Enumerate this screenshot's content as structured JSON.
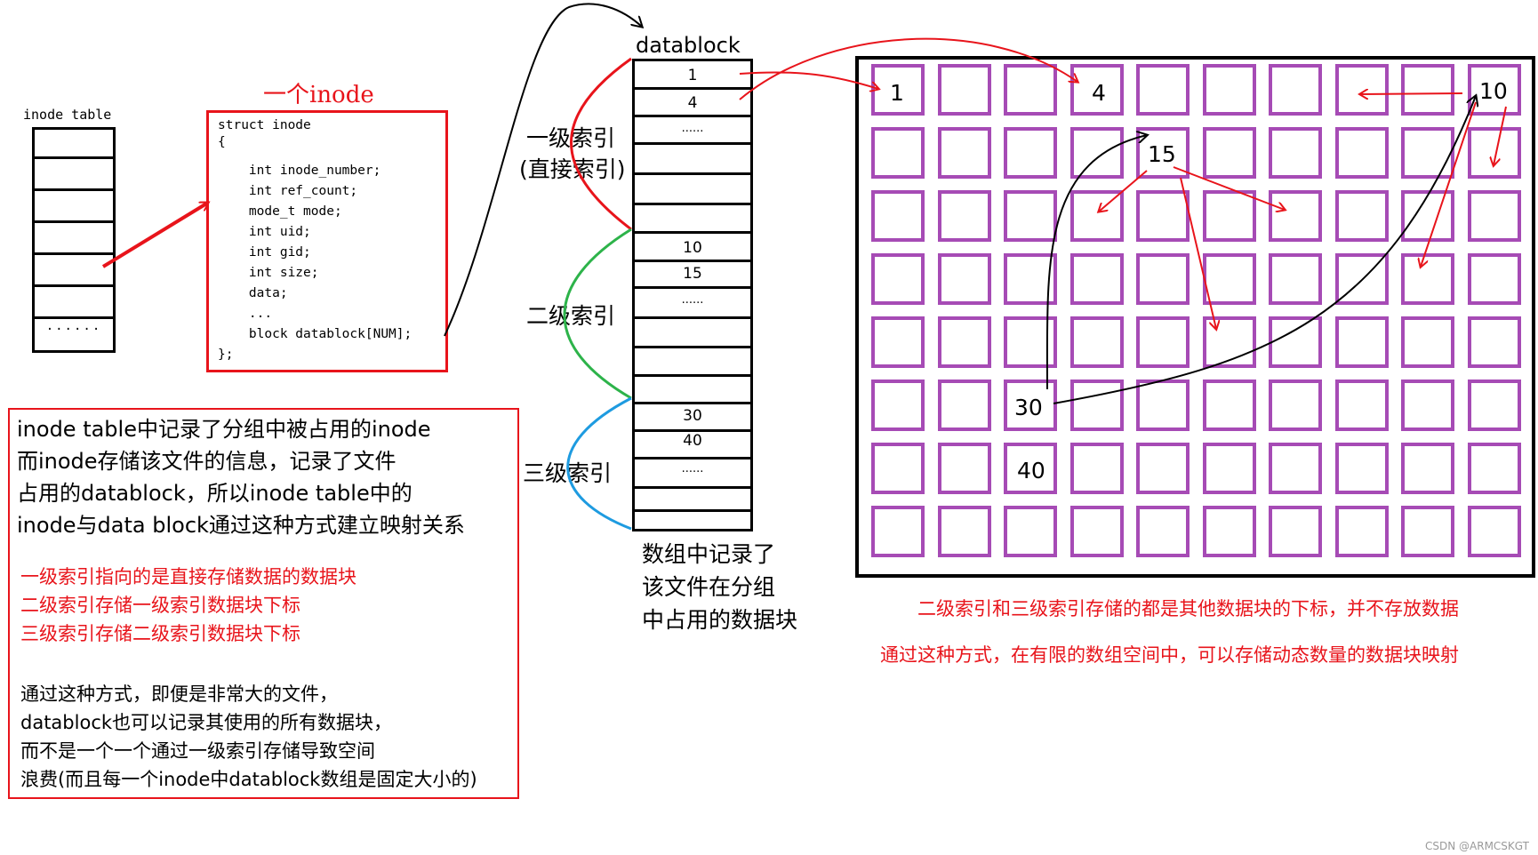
{
  "inode_table": {
    "label": "inode table",
    "dots": "......"
  },
  "inode": {
    "title": "一个inode",
    "code_lines": [
      "struct inode",
      "{",
      "    int inode_number;",
      "    int ref_count;",
      "    mode_t mode;",
      "    int uid;",
      "    int gid;",
      "    int size;",
      "    data;",
      "    ...",
      "    block datablock[NUM];",
      "};"
    ]
  },
  "datablock": {
    "title": "datablock",
    "cells": {
      "c1": "1",
      "c2": "4",
      "c3": "......",
      "c4": "10",
      "c5": "15",
      "c6": "......",
      "c7": "30",
      "c8": "40",
      "c9": "......"
    },
    "level1_label": "一级索引",
    "level1_sub": "(直接索引)",
    "level2_label": "二级索引",
    "level3_label": "三级索引",
    "note_lines": [
      "数组中记录了",
      "该文件在分组",
      "中占用的数据块"
    ]
  },
  "explain": {
    "big_lines": [
      "inode table中记录了分组中被占用的inode",
      "而inode存储该文件的信息，记录了文件",
      "占用的datablock，所以inode table中的",
      "inode与data block通过这种方式建立映射关系"
    ],
    "red_lines": [
      "一级索引指向的是直接存储数据的数据块",
      "二级索引存储一级索引数据块下标",
      "三级索引存储二级索引数据块下标"
    ],
    "black_lines": [
      "通过这种方式，即便是非常大的文件，",
      "datablock也可以记录其使用的所有数据块，",
      "而不是一个一个通过一级索引存储导致空间",
      "浪费(而且每一个inode中datablock数组是固定大小的)"
    ]
  },
  "grid": {
    "rows": 8,
    "cols": 10,
    "labels": {
      "n1": "1",
      "n4": "4",
      "n10": "10",
      "n15": "15",
      "n30": "30",
      "n40": "40"
    }
  },
  "notes": {
    "line1": "二级索引和三级索引存储的都是其他数据块的下标，并不存放数据",
    "line2": "通过这种方式，在有限的数组空间中，可以存储动态数量的数据块映射"
  },
  "watermark": "CSDN @ARMCSKGT",
  "colors": {
    "red": "#e8141b",
    "green": "#2db34a",
    "blue": "#1e9be0",
    "purple": "#a64bb5",
    "black": "#000000"
  }
}
